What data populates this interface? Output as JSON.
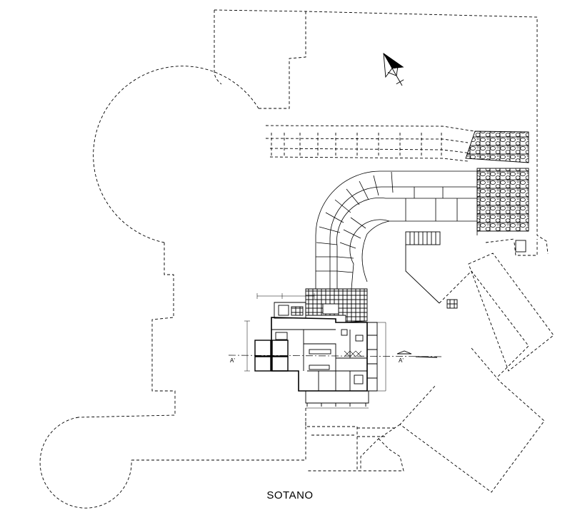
{
  "drawing": {
    "title": "SOTANO",
    "section_marker_left": "A'",
    "section_marker_right": "A'"
  },
  "colors": {
    "background": "#ffffff",
    "line": "#000000"
  },
  "icons": [
    "north-arrow-icon",
    "section-arrow-icon"
  ]
}
